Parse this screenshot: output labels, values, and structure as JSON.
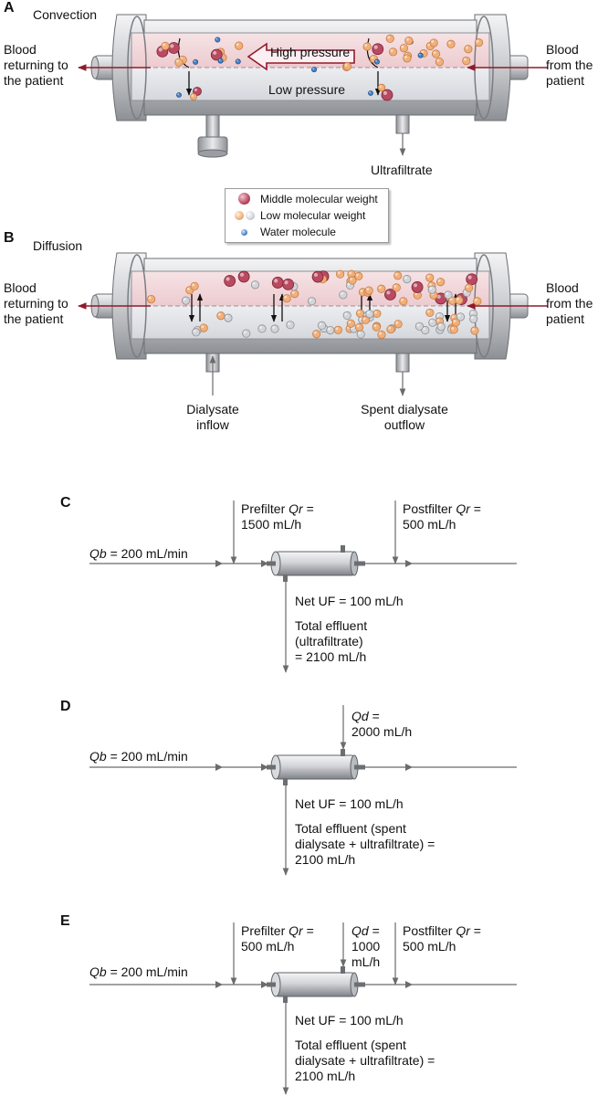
{
  "panel_a": {
    "letter": "A",
    "title": "Convection",
    "left_label": "Blood\nreturning to\nthe patient",
    "right_label": "Blood\nfrom the\npatient",
    "high_pressure": "High pressure",
    "low_pressure": "Low pressure",
    "outlet_label": "Ultrafiltrate"
  },
  "legend": {
    "items": [
      {
        "label": "Middle molecular weight",
        "kind": "middle"
      },
      {
        "label": "Low molecular weight",
        "kind": "low"
      },
      {
        "label": "Water molecule",
        "kind": "water"
      }
    ]
  },
  "panel_b": {
    "letter": "B",
    "title": "Diffusion",
    "left_label": "Blood\nreturning to\nthe patient",
    "right_label": "Blood\nfrom the\npatient",
    "inflow_label": "Dialysate\ninflow",
    "outflow_label": "Spent dialysate\noutflow"
  },
  "panel_c": {
    "letter": "C",
    "qb_var": "Qb",
    "qb_rest": " = 200 mL/min",
    "prefilter_pre": "Prefilter ",
    "prefilter_var": "Qr",
    "prefilter_post": " =",
    "prefilter_value": "1500 mL/h",
    "postfilter_pre": "Postfilter ",
    "postfilter_var": "Qr",
    "postfilter_post": " =",
    "postfilter_value": "500 mL/h",
    "net_uf": "Net UF = 100 mL/h",
    "effluent": "Total effluent\n(ultrafiltrate)\n= 2100 mL/h"
  },
  "panel_d": {
    "letter": "D",
    "qb_var": "Qb",
    "qb_rest": " = 200 mL/min",
    "qd_var": "Qd",
    "qd_post": " =",
    "qd_value": "2000 mL/h",
    "net_uf": "Net UF = 100 mL/h",
    "effluent": "Total effluent (spent\ndialysate + ultrafiltrate) =\n2100 mL/h"
  },
  "panel_e": {
    "letter": "E",
    "qb_var": "Qb",
    "qb_rest": " = 200 mL/min",
    "prefilter_pre": "Prefilter ",
    "prefilter_var": "Qr",
    "prefilter_post": " =",
    "prefilter_value": "500 mL/h",
    "qd_var": "Qd",
    "qd_post": " =",
    "qd_value": "1000\nmL/h",
    "postfilter_pre": "Postfilter ",
    "postfilter_var": "Qr",
    "postfilter_post": " =",
    "postfilter_value": "500 mL/h",
    "net_uf": "Net UF = 100 mL/h",
    "effluent": "Total effluent (spent\ndialysate + ultrafiltrate) =\n2100 mL/h"
  },
  "colors": {
    "blood_compartment": "#f3d9dc",
    "dialysate_compartment": "#e4e6ea",
    "flow_arrow": "#8e1b2b",
    "line": "#6b6b6b"
  }
}
